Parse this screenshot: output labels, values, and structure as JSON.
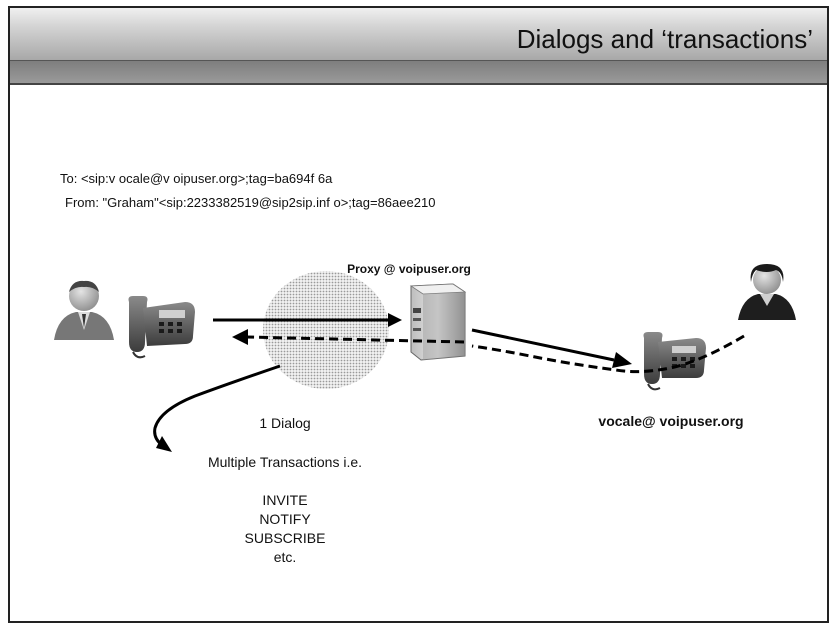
{
  "header": {
    "title": "Dialogs and ‘transactions’"
  },
  "message": {
    "to_line": "To: <sip:v ocale@v oipuser.org>;tag=ba694f 6a",
    "from_line": "From: \"Graham\"<sip:2233382519@sip2sip.inf o>;tag=86aee210"
  },
  "proxy": {
    "label": "Proxy @ voipuser.org"
  },
  "callee": {
    "label": "vocale@ voipuser.org"
  },
  "dialog": {
    "label": "1 Dialog"
  },
  "transactions": {
    "label": "Multiple Transactions i.e.",
    "items": [
      "INVITE",
      "NOTIFY",
      "SUBSCRIBE",
      "etc."
    ]
  },
  "icons": {
    "caller": "user-icon",
    "caller_phone": "desk-phone-icon",
    "server": "server-icon",
    "callee_phone": "desk-phone-icon",
    "callee": "user-icon",
    "cloud": "network-cloud-icon"
  }
}
